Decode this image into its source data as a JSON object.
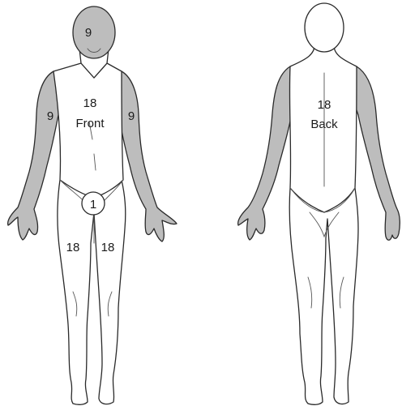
{
  "front": {
    "head": "9",
    "arm_right": "9",
    "arm_left": "9",
    "torso_value": "18",
    "torso_label": "Front",
    "groin": "1",
    "leg_right": "18",
    "leg_left": "18"
  },
  "back": {
    "torso_value": "18",
    "torso_label": "Back"
  }
}
